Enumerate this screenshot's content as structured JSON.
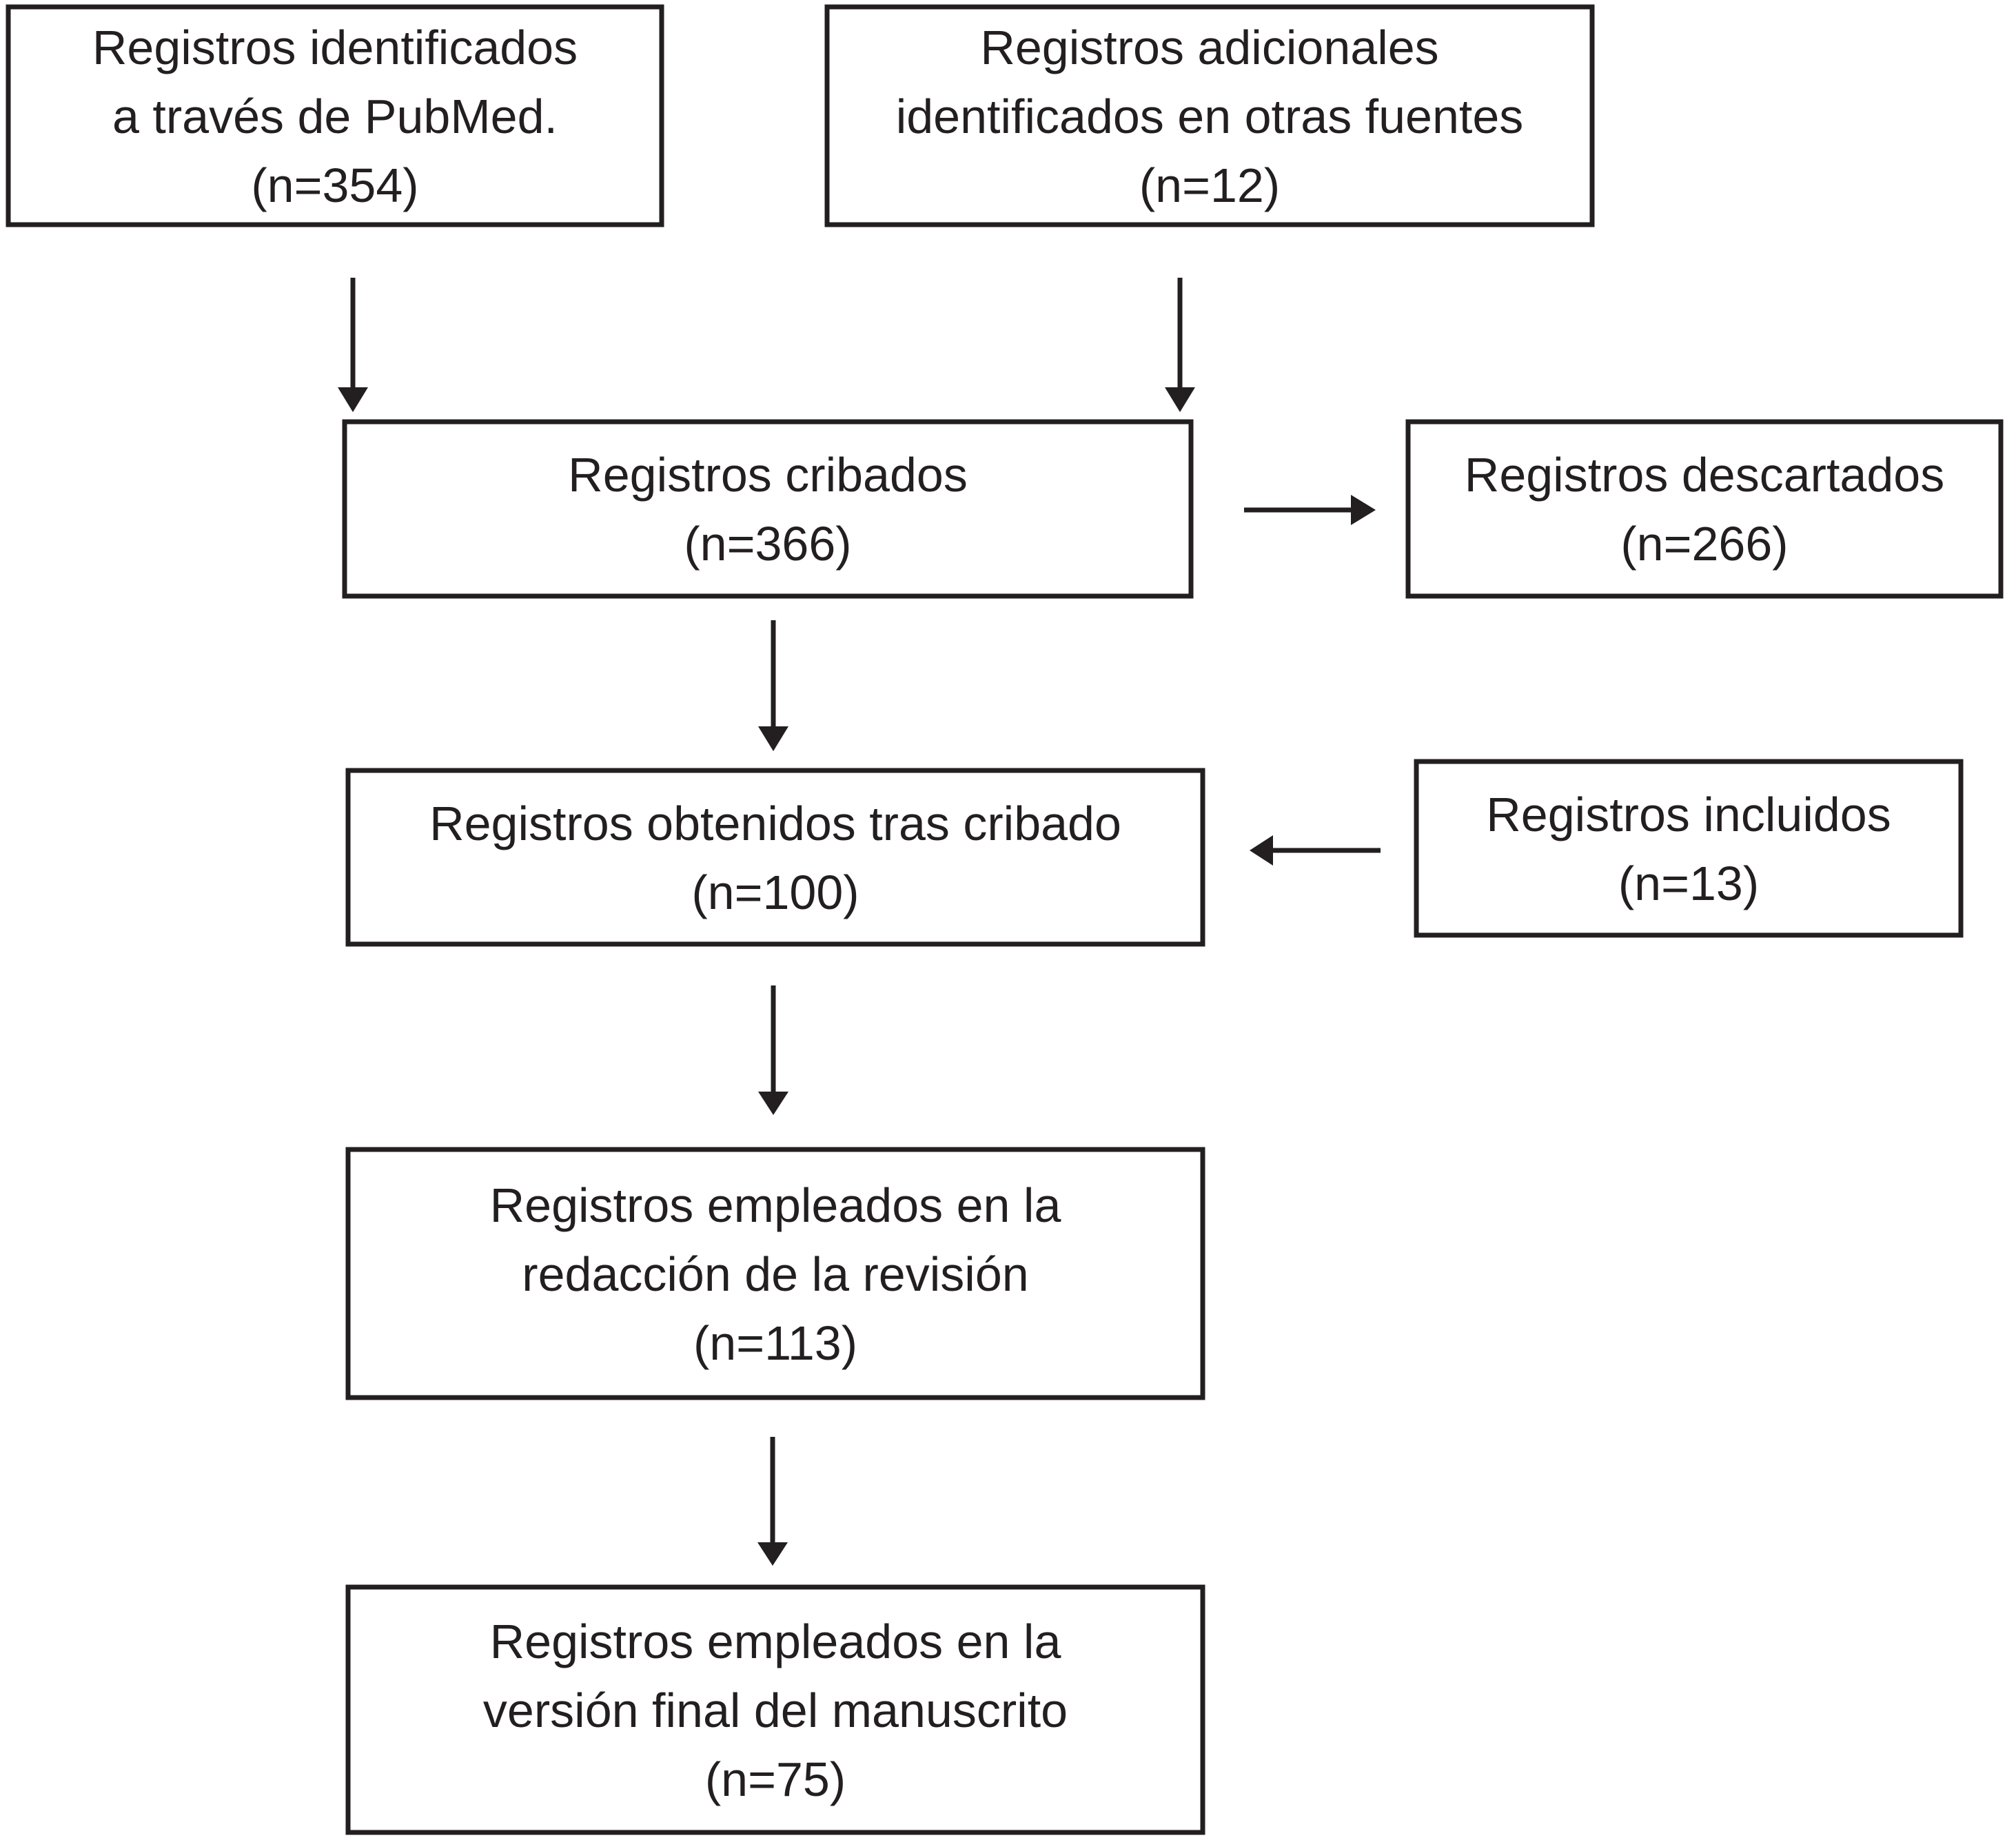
{
  "figure_title": "PRISMA flow diagram (Spanish)",
  "colors": {
    "ink": "#231f20",
    "background": "#ffffff"
  },
  "boxes": {
    "identified_pubmed": {
      "lines": [
        "Registros identificados",
        "a través de PubMed.",
        "(n=354)"
      ],
      "n": 354
    },
    "additional_sources": {
      "lines": [
        "Registros adicionales",
        "identificados en otras fuentes",
        "(n=12)"
      ],
      "n": 12
    },
    "screened": {
      "lines": [
        "Registros cribados",
        "(n=366)"
      ],
      "n": 366
    },
    "discarded": {
      "lines": [
        "Registros descartados",
        "(n=266)"
      ],
      "n": 266
    },
    "retrieved_after_screening": {
      "lines": [
        "Registros obtenidos tras cribado",
        "(n=100)"
      ],
      "n": 100
    },
    "included": {
      "lines": [
        "Registros incluidos",
        "(n=13)"
      ],
      "n": 13
    },
    "review_draft": {
      "lines": [
        "Registros empleados en la",
        "redacción de la revisión",
        "(n=113)"
      ],
      "n": 113
    },
    "final_manuscript": {
      "lines": [
        "Registros empleados en la",
        "versión final del manuscrito",
        "(n=75)"
      ],
      "n": 75
    }
  }
}
